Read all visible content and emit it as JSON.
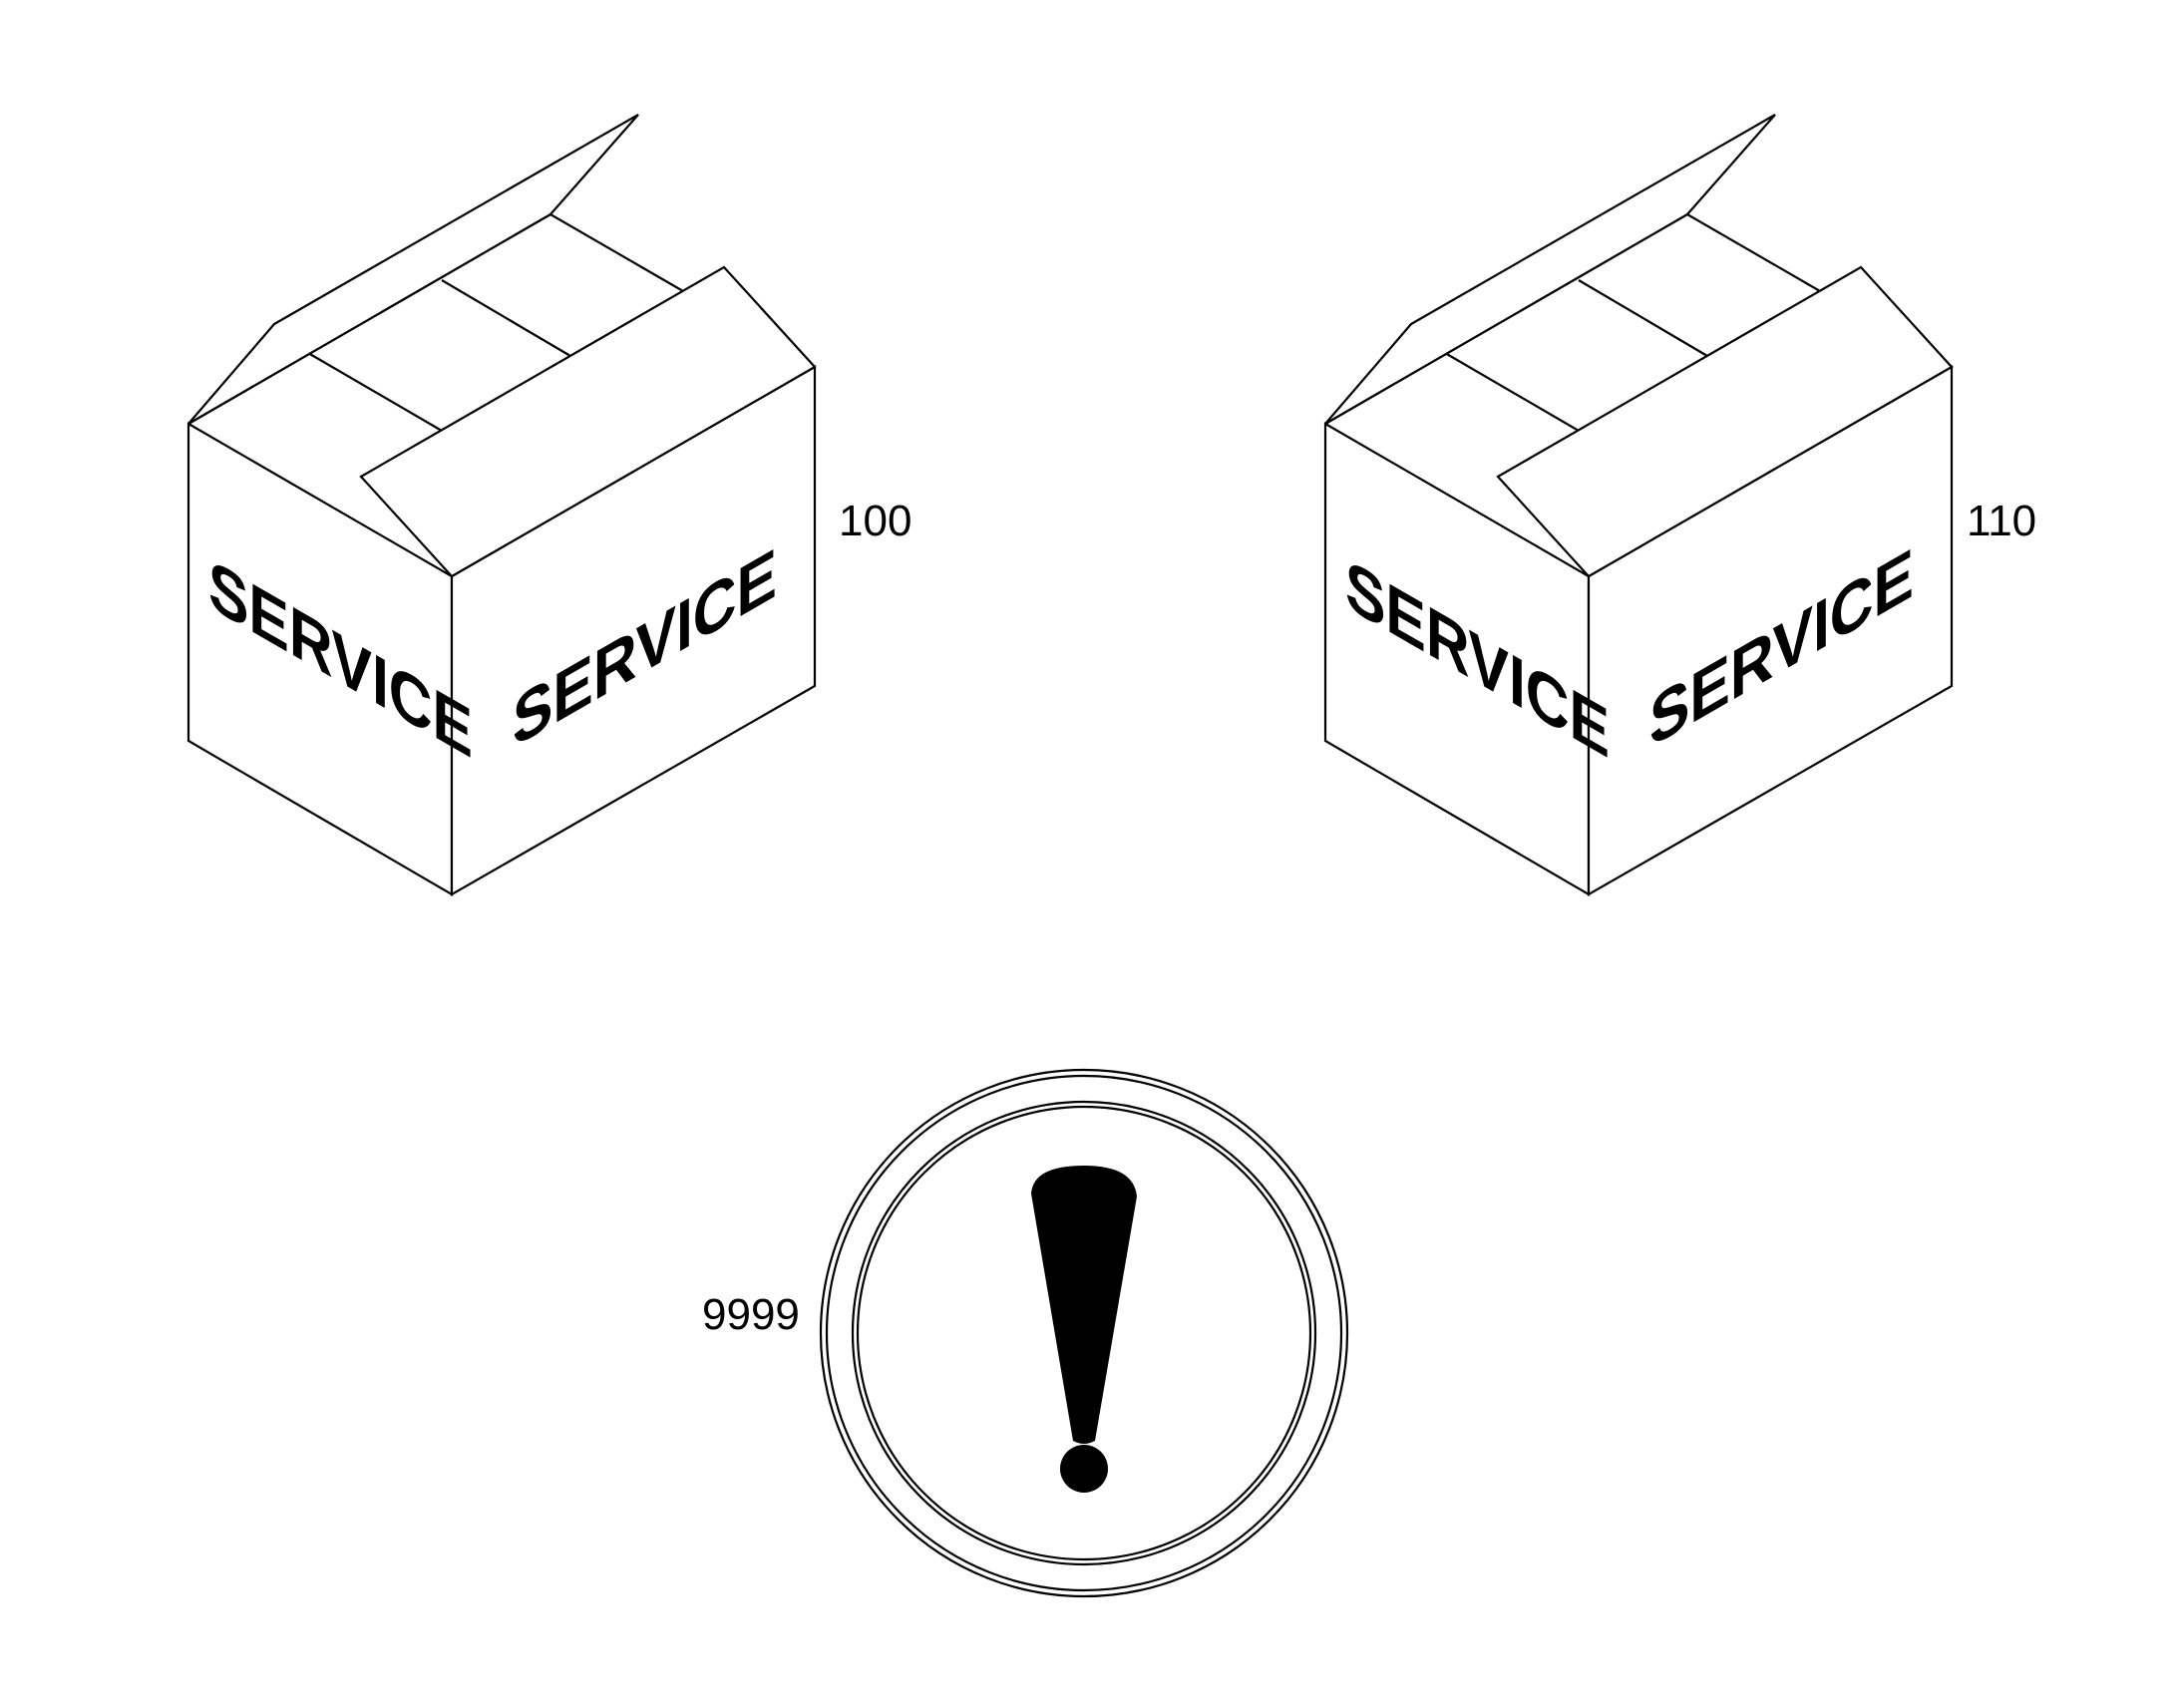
{
  "boxes": [
    {
      "left_face_label": "SERVICE",
      "right_face_label": "SERVICE",
      "reference_numeral": "100"
    },
    {
      "left_face_label": "SERVICE",
      "right_face_label": "SERVICE",
      "reference_numeral": "110"
    }
  ],
  "warning_symbol": {
    "reference_numeral": "9999",
    "icon": "exclamation-mark-icon"
  }
}
